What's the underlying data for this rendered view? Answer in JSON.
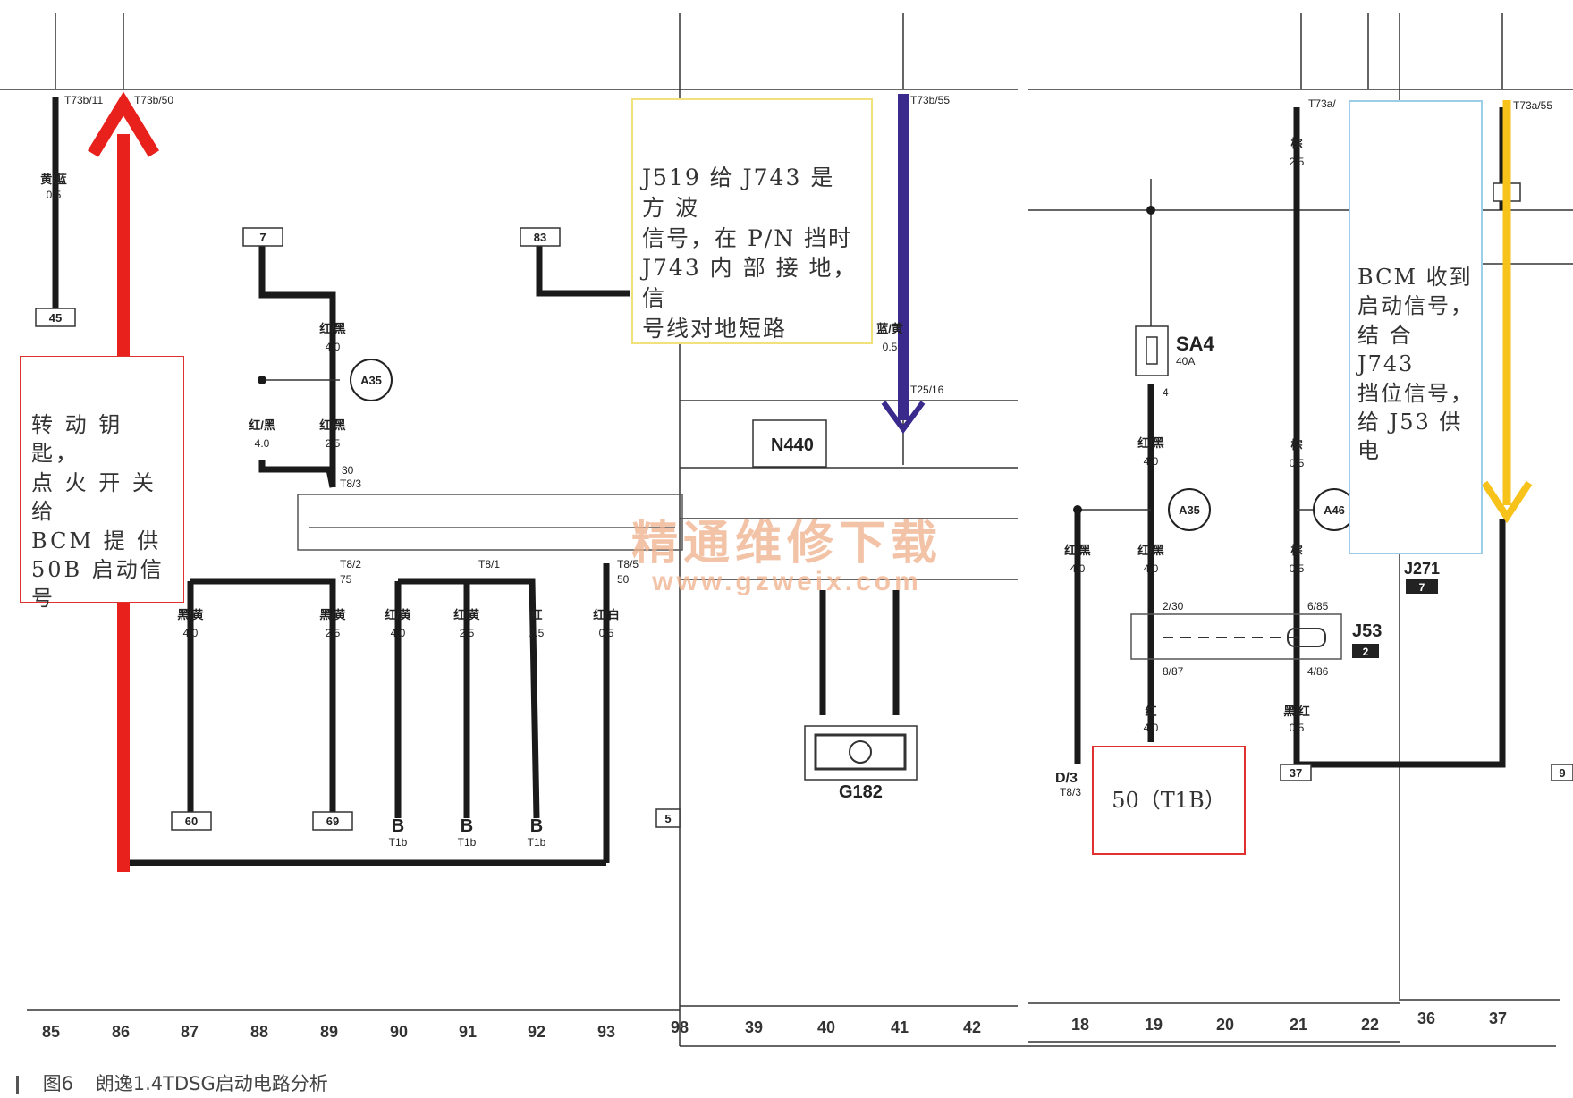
{
  "notes": {
    "left": "转 动 钥 匙，\n点 火 开 关 给\nBCM 提 供\n50B 启动信号",
    "j519": "J519 给 J743 是 方 波\n信号，在 P/N 挡时\nJ743 内 部 接 地，信\n号线对地短路",
    "bcm": "BCM 收到\n启动信号，\n结 合 J743\n挡位信号，\n给 J53 供电",
    "terminal50": "50（T1B）"
  },
  "watermark": {
    "cn": "精通维修下载",
    "url": "www.gzweix.com"
  },
  "caption": {
    "figure": "图6",
    "title": "朗逸1.4TDSG启动电路分析"
  },
  "connectors": {
    "t73b_11": "T73b/11",
    "t73b_50": "T73b/50",
    "t73b_55": "T73b/55",
    "t73a_a": "T73a/",
    "t73a_55": "T73a/55",
    "t25_16": "T25/16",
    "t8_3": "T8/3",
    "t8_2": "T8/2",
    "t8_1": "T8/1",
    "t8_5": "T8/5",
    "pin30": "30",
    "pin75": "75",
    "pin50": "50",
    "pin4": "4",
    "j53_230": "2/30",
    "j53_885": "6/85",
    "j53_887": "8/87",
    "j53_486": "4/86"
  },
  "components": {
    "a35": "A35",
    "a46": "A46",
    "n440": "N440",
    "g182": "G182",
    "sa4": "SA4",
    "sa4_rating": "40A",
    "j53": "J53",
    "j53_sub": "2",
    "j271": "J271",
    "j271_sub": "7",
    "d": "D/3",
    "d_sub": "T8/3",
    "b": "B",
    "t1b": "T1b"
  },
  "boxes": {
    "b7": "7",
    "b83": "83",
    "b45": "45",
    "b60": "60",
    "b69": "69",
    "b2": "2",
    "b37": "37",
    "b5": "5",
    "b9": "9"
  },
  "wires": {
    "w1": "黄/蓝",
    "w1s": "0.5",
    "w2": "红/黑",
    "w2s": "4.0",
    "w3": "红/黑",
    "w3s": "4.0",
    "w4": "红/黑",
    "w4s": "2.5",
    "w5": "黑/黄",
    "w5s": "4.0",
    "w6": "黑/黄",
    "w6s": "2.5",
    "w7": "红/黄",
    "w7s": "4.0",
    "w8": "红/黄",
    "w8s": "2.5",
    "w9": "红",
    "w9s": "2.5",
    "w10": "红/白",
    "w10s": "0.5",
    "w11": "蓝/黄",
    "w11s": "0.5",
    "w12": "红/黑",
    "w12s": "4.0",
    "w13": "红/黑",
    "w13s": "4.0",
    "w14": "红/黑",
    "w14s": "4.0",
    "w15": "红",
    "w15s": "4.0",
    "w16": "棕",
    "w16s": "2.5",
    "w17": "棕",
    "w17s": "0.5",
    "w18": "棕",
    "w18s": "0.5",
    "w19": "黑/红",
    "w19s": "0.5"
  },
  "column_numbers": [
    "85",
    "86",
    "87",
    "88",
    "89",
    "90",
    "91",
    "92",
    "93",
    "98",
    "39",
    "40",
    "41",
    "42",
    "18",
    "19",
    "20",
    "21",
    "22",
    "36",
    "37"
  ],
  "colors": {
    "red_arrow": "#e8211c",
    "purple_arrow": "#3a2a8c",
    "yellow_arrow": "#f7c21a",
    "wire": "#1a1a1a"
  }
}
